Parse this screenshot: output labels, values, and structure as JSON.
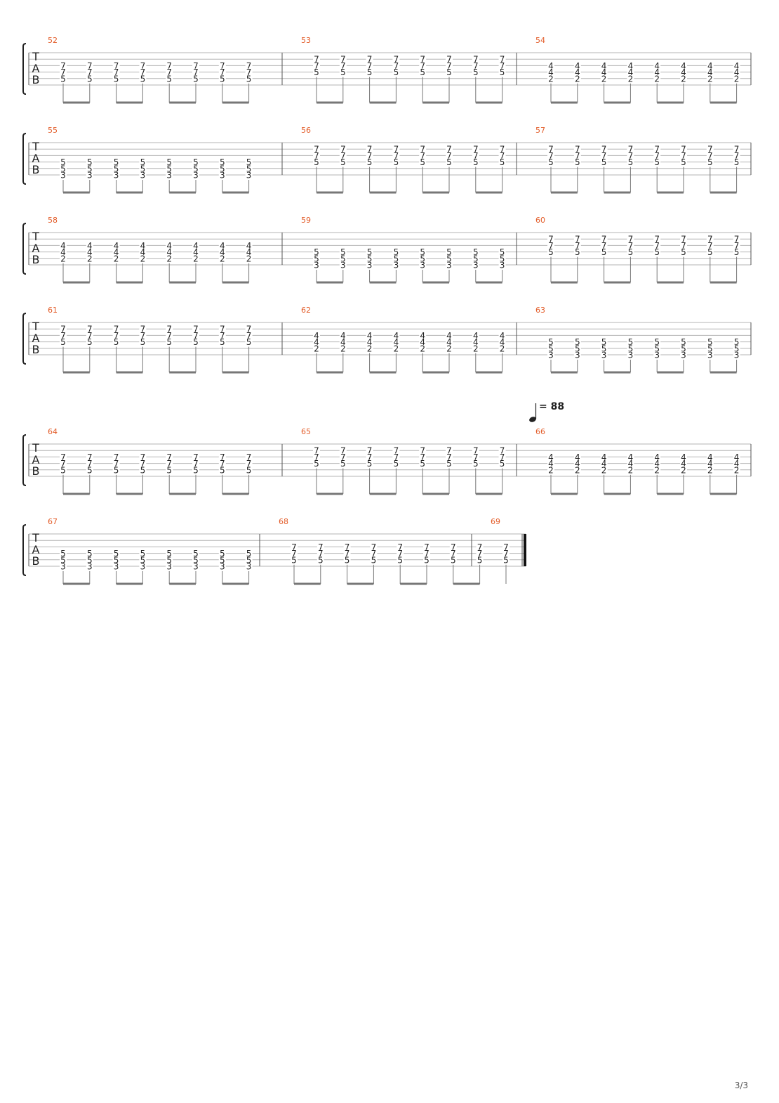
{
  "sheet": {
    "page_number": "3/3",
    "clef_letters": [
      "T",
      "A",
      "B"
    ],
    "tempo": {
      "bpm_label": "= 88",
      "at_measure": "66"
    },
    "colors": {
      "measure_number": "#e35d2a",
      "staff_line": "#b4b4b4",
      "notes": "#222222",
      "barline": "#555555",
      "beam": "#777777"
    },
    "chords": {
      "A": {
        "string": [
          2,
          3,
          4
        ],
        "fret": [
          "7",
          "7",
          "5"
        ]
      },
      "B": {
        "string": [
          3,
          4,
          5
        ],
        "fret": [
          "7",
          "7",
          "5"
        ]
      },
      "C": {
        "string": [
          3,
          4,
          5
        ],
        "fret": [
          "4",
          "4",
          "2"
        ]
      },
      "D": {
        "string": [
          4,
          5,
          6
        ],
        "fret": [
          "5",
          "5",
          "3"
        ]
      }
    },
    "systems": [
      {
        "measures": [
          {
            "number": "52",
            "chord": "B",
            "beats": 8
          },
          {
            "number": "53",
            "chord": "A",
            "beats": 8
          },
          {
            "number": "54",
            "chord": "C",
            "beats": 8
          }
        ]
      },
      {
        "measures": [
          {
            "number": "55",
            "chord": "D",
            "beats": 8
          },
          {
            "number": "56",
            "chord": "A",
            "beats": 8
          },
          {
            "number": "57",
            "chord": "A",
            "beats": 8
          }
        ]
      },
      {
        "measures": [
          {
            "number": "58",
            "chord": "C",
            "beats": 8
          },
          {
            "number": "59",
            "chord": "D",
            "beats": 8
          },
          {
            "number": "60",
            "chord": "A",
            "beats": 8
          }
        ]
      },
      {
        "measures": [
          {
            "number": "61",
            "chord": "A",
            "beats": 8
          },
          {
            "number": "62",
            "chord": "C",
            "beats": 8
          },
          {
            "number": "63",
            "chord": "D",
            "beats": 8
          }
        ]
      },
      {
        "measures": [
          {
            "number": "64",
            "chord": "B",
            "beats": 8
          },
          {
            "number": "65",
            "chord": "A",
            "beats": 8
          },
          {
            "number": "66",
            "chord": "C",
            "beats": 8
          }
        ]
      },
      {
        "measures": [
          {
            "number": "67",
            "chord": "D",
            "beats": 8
          },
          {
            "number": "68",
            "chord": "B",
            "beats": 8
          },
          {
            "number": "69",
            "chord": "B",
            "beats": 1,
            "final": true
          }
        ]
      }
    ]
  }
}
